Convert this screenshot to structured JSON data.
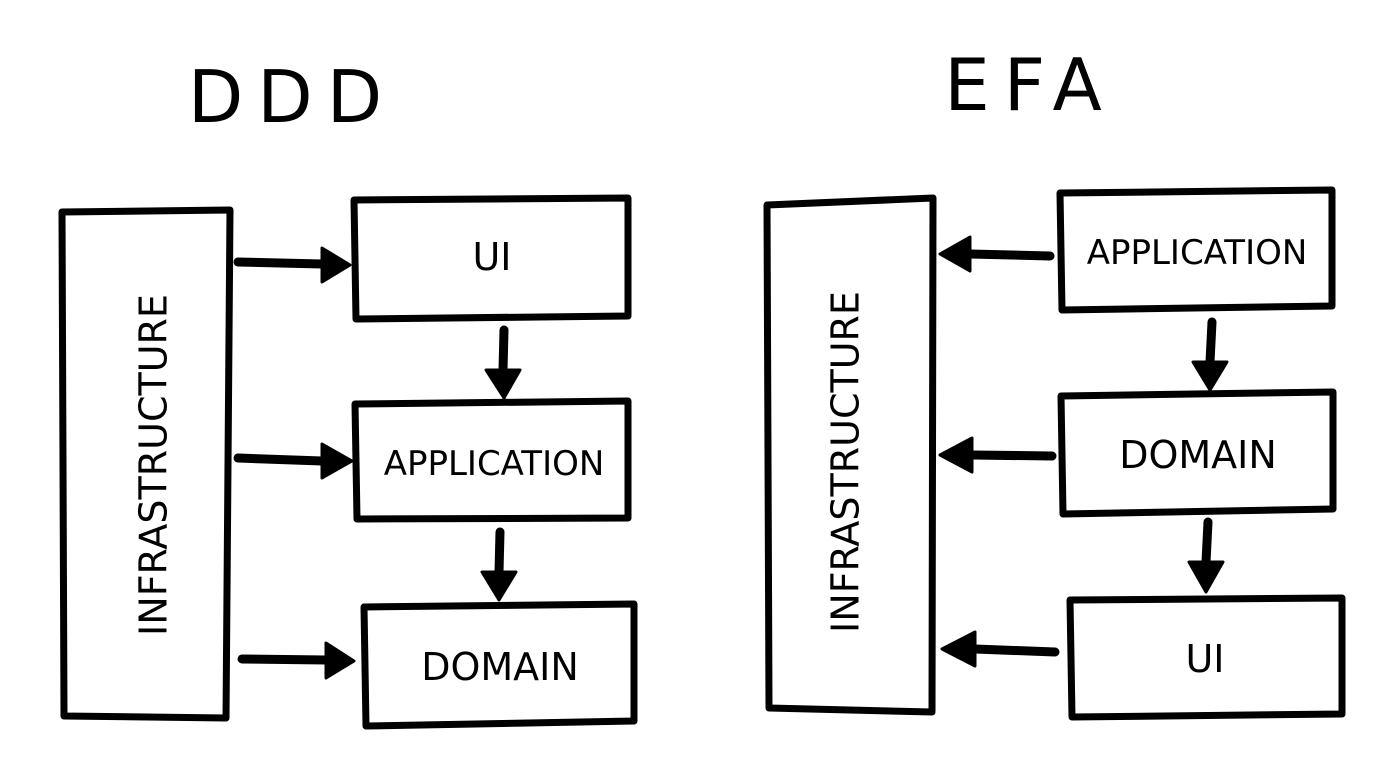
{
  "ddd": {
    "title": "DDD",
    "infrastructure": "INFRASTRUCTURE",
    "layers": [
      "UI",
      "APPLICATION",
      "DOMAIN"
    ]
  },
  "efa": {
    "title": "EFA",
    "infrastructure": "INFRASTRUCTURE",
    "layers": [
      "APPLICATION",
      "DOMAIN",
      "UI"
    ]
  }
}
